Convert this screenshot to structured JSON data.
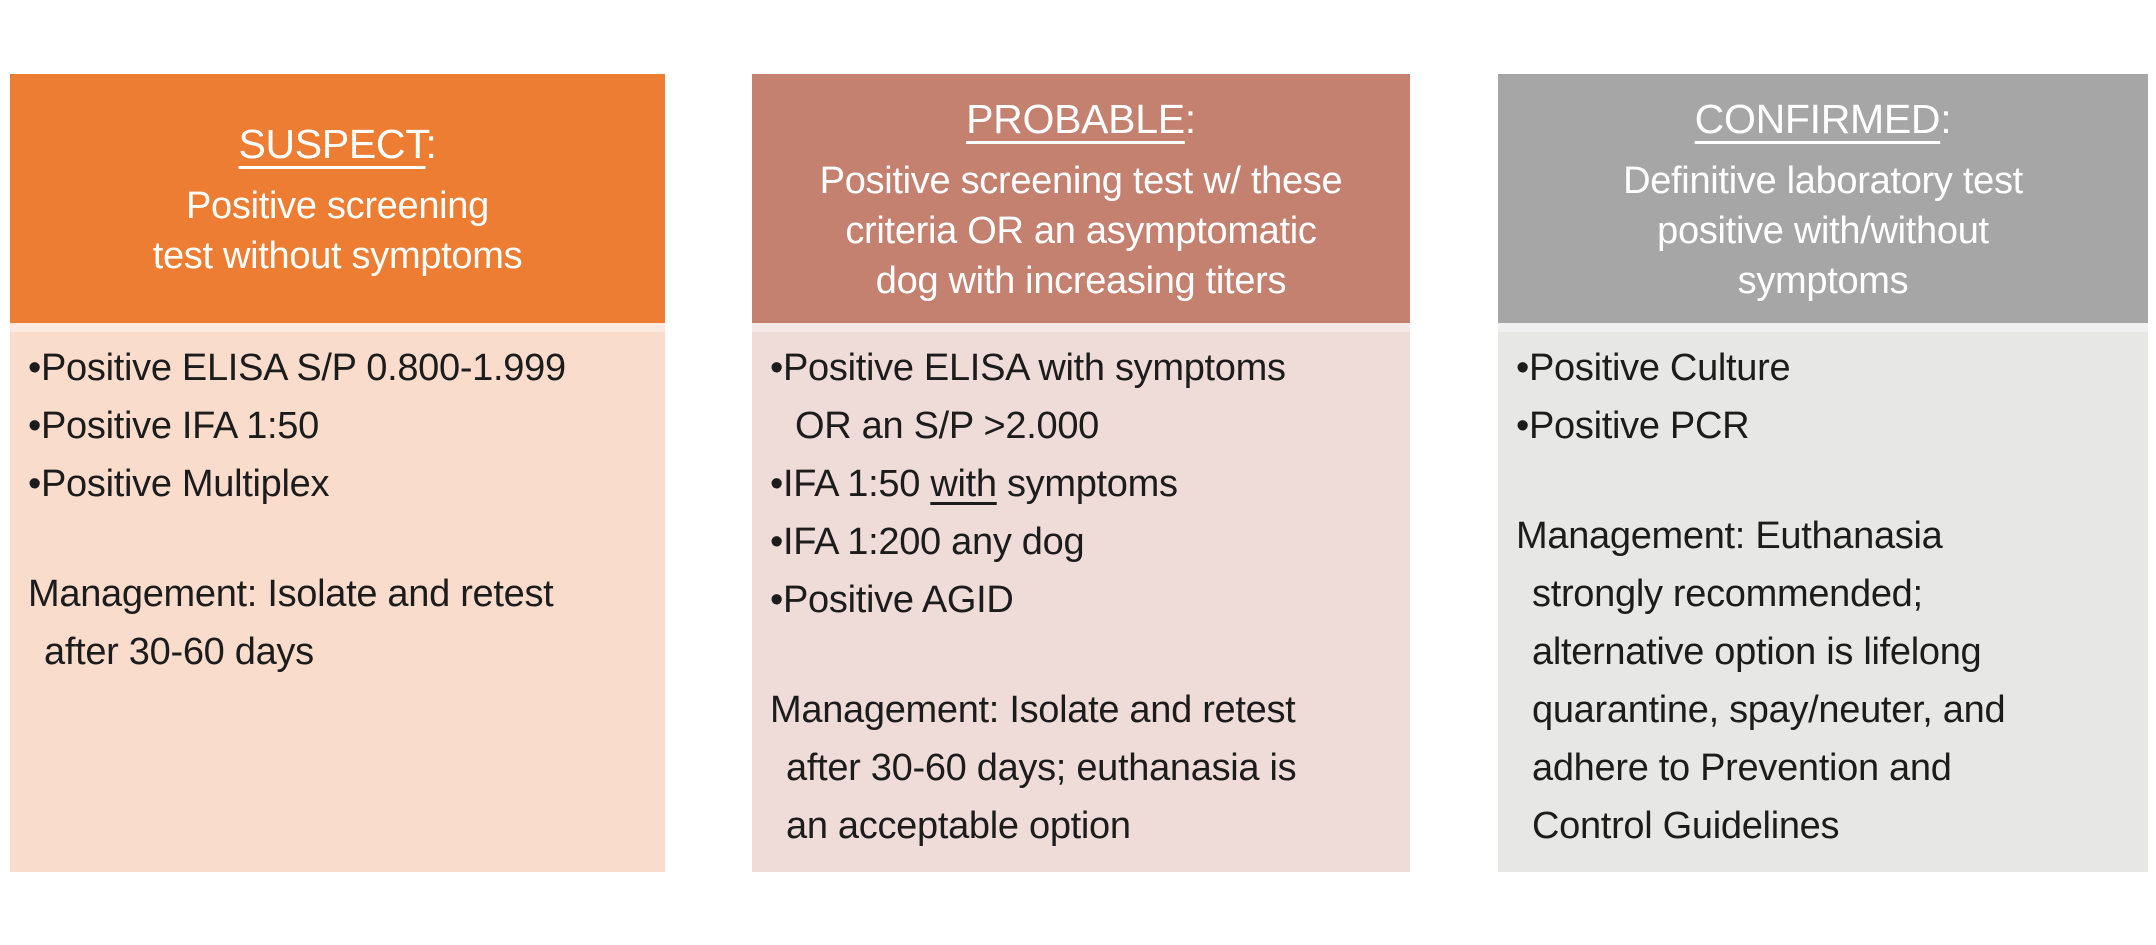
{
  "figure": {
    "description": "Three-tier diagnostic classification cards",
    "bullet_char": "•"
  },
  "columns": [
    {
      "id": "suspect",
      "header": {
        "title": "SUSPECT",
        "title_suffix": ":",
        "subtitle": "Positive screening\ntest without symptoms",
        "bg": "#EC7D33",
        "text_color": "#FFFFFF"
      },
      "body": {
        "bg": "#FADCCD",
        "text_color": "#1C1C1C",
        "bullets": [
          "Positive ELISA S/P 0.800-1.999",
          "Positive IFA 1:50",
          "Positive Multiplex"
        ],
        "management": "Management: Isolate and retest\nafter 30-60 days"
      }
    },
    {
      "id": "probable",
      "header": {
        "title": "PROBABLE",
        "title_suffix": ":",
        "subtitle": "Positive screening test w/ these\ncriteria OR an asymptomatic\ndog with increasing titers",
        "bg": "#C48170",
        "text_color": "#FFFFFF"
      },
      "body": {
        "bg": "#EFDBD7",
        "text_color": "#1C1C1C",
        "bullets": [
          "Positive ELISA with symptoms\nOR an S/P >2.000",
          "IFA 1:200 any dog",
          "Positive AGID"
        ],
        "bullet_ifa_underlined": {
          "pre": "IFA 1:50 ",
          "underlined": "with",
          "post": " symptoms"
        },
        "management": "Management: Isolate and retest\nafter 30-60 days; euthanasia is\nan acceptable option"
      }
    },
    {
      "id": "confirmed",
      "header": {
        "title": "CONFIRMED",
        "title_suffix": ":",
        "subtitle": "Definitive laboratory test\npositive with/without\nsymptoms",
        "bg": "#A6A6A6",
        "text_color": "#FFFFFF"
      },
      "body": {
        "bg": "#E7E7E6",
        "text_color": "#1C1C1C",
        "bullets": [
          "Positive Culture",
          "Positive PCR"
        ],
        "management": "Management: Euthanasia\nstrongly recommended;\nalternative option is lifelong\nquarantine, spay/neuter, and\nadhere to Prevention and\nControl Guidelines"
      }
    }
  ]
}
